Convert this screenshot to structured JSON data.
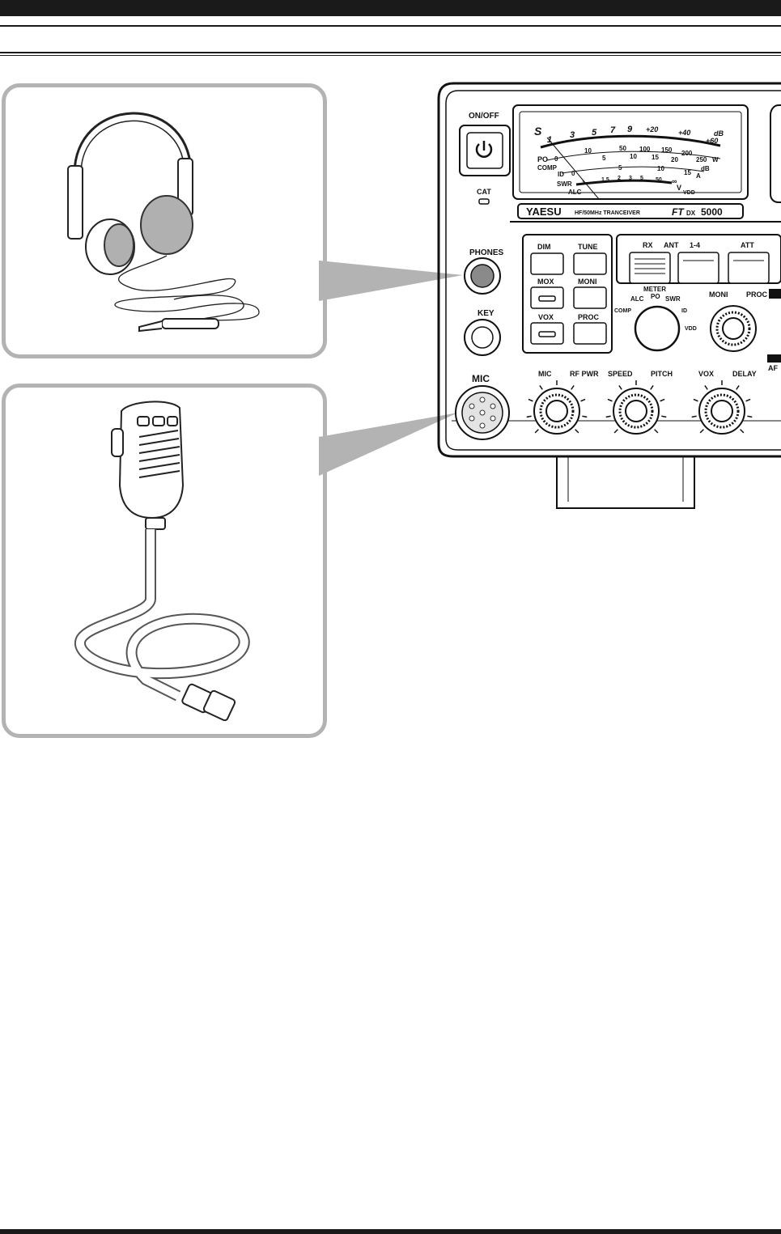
{
  "radio": {
    "power_label": "ON/OFF",
    "cat_label": "CAT",
    "phones_label": "PHONES",
    "key_label": "KEY",
    "mic_label": "MIC",
    "brand": "YAESU",
    "model_desc": "HF/50MHz TRANCEIVER",
    "model_prefix": "FT",
    "model_dx": "DX",
    "model_number": "5000",
    "buttons": {
      "dim": "DIM",
      "tune": "TUNE",
      "mox": "MOX",
      "moni": "MONI",
      "vox": "VOX",
      "proc": "PROC"
    },
    "rx_ant": "RX",
    "ant_label": "ANT",
    "ant_range": "1-4",
    "att": "ATT",
    "meter_title": "METER",
    "meter_modes": {
      "alc": "ALC",
      "po": "PO",
      "swr": "SWR",
      "comp": "COMP",
      "id": "ID",
      "vdd": "VDD"
    },
    "knob_moni_proc": "MONI",
    "knob_proc": "PROC",
    "knob_mic": "MIC",
    "knob_rf_pwr": "RF PWR",
    "knob_speed": "SPEED",
    "knob_pitch": "PITCH",
    "knob_vox": "VOX",
    "knob_delay": "DELAY",
    "af_partial": "AF",
    "meter_scale": {
      "s_label": "S",
      "s_ticks": [
        "1",
        "3",
        "5",
        "7",
        "9",
        "+20",
        "+40",
        "+60"
      ],
      "s_unit": "dB",
      "po_label": "PO",
      "po_ticks": [
        "0",
        "10",
        "50",
        "100",
        "150",
        "200",
        "250"
      ],
      "po_unit": "W",
      "comp_label": "COMP",
      "comp_ticks": [
        "5",
        "10",
        "15",
        "20"
      ],
      "comp_unit": "dB",
      "id_label": "ID",
      "id_ticks": [
        "0",
        "5",
        "10",
        "15"
      ],
      "id_unit": "A",
      "swr_label": "SWR",
      "swr_ticks": [
        "1",
        "1.5",
        "2",
        "3",
        "5",
        "50",
        "∞"
      ],
      "alc_label": "ALC",
      "v_label": "V",
      "vdd_sub": "VDD"
    }
  }
}
